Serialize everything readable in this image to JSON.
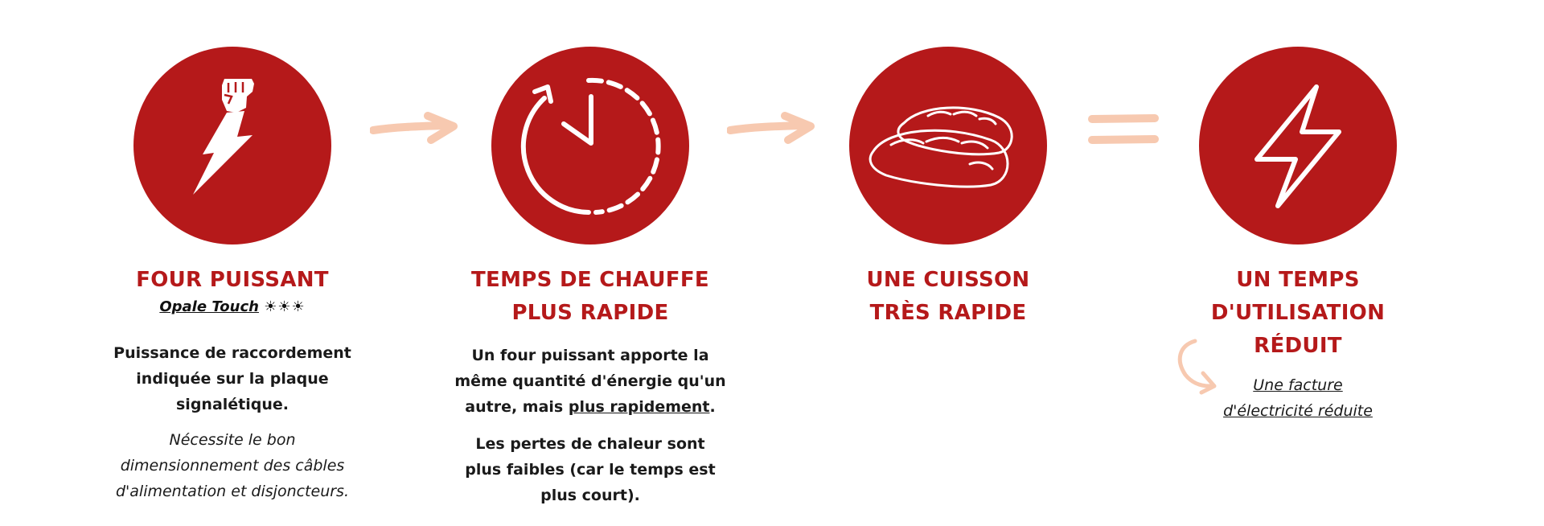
{
  "colors": {
    "red": "#b5191a",
    "peach": "#f7c9b0",
    "icon_white": "#ffffff"
  },
  "steps": [
    {
      "icon": "fist-lightning-icon",
      "title_lines": [
        "FOUR PUISSANT"
      ],
      "subtitle": "Opale Touch",
      "subtitle_stars": "☀☀☀",
      "paragraph_lines": [
        "Puissance de raccordement",
        "indiquée sur la plaque",
        "signalétique."
      ],
      "italic_lines": [
        "Nécessite le bon",
        "dimensionnement des câbles",
        "d'alimentation et disjoncteurs."
      ]
    },
    {
      "icon": "clock-timer-icon",
      "title_lines": [
        "TEMPS DE CHAUFFE",
        "PLUS RAPIDE"
      ],
      "paragraph1": {
        "line1": "Un four puissant apporte la",
        "line2": "même quantité d'énergie qu'un",
        "line3_prefix": "autre, mais ",
        "line3_underlined": "plus rapidement",
        "line3_suffix": "."
      },
      "paragraph2_lines": [
        "Les pertes de chaleur sont",
        "plus faibles (car le temps est",
        "plus court)."
      ]
    },
    {
      "icon": "bread-icon",
      "title_lines": [
        "UNE CUISSON",
        "TRÈS RAPIDE"
      ]
    },
    {
      "icon": "lightning-outline-icon",
      "title_lines": [
        "UN TEMPS",
        "D'UTILISATION",
        "RÉDUIT"
      ],
      "italic_underlined_lines": [
        "Une facture",
        "d'électricité réduite"
      ]
    }
  ],
  "connectors": [
    "arrow-right-icon",
    "arrow-right-icon",
    "equals-icon",
    "curved-arrow-icon"
  ]
}
